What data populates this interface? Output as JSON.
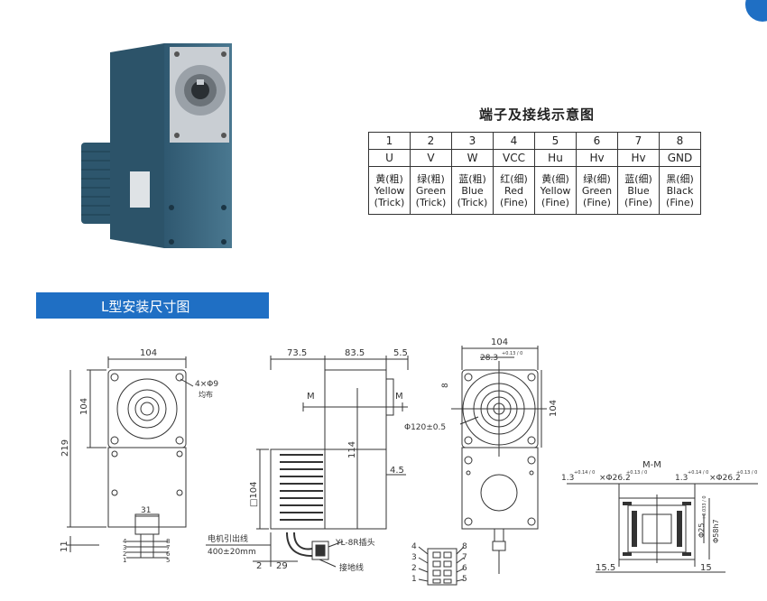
{
  "wiring": {
    "title": "端子及接线示意图",
    "numbers": [
      "1",
      "2",
      "3",
      "4",
      "5",
      "6",
      "7",
      "8"
    ],
    "signals": [
      "U",
      "V",
      "W",
      "VCC",
      "Hu",
      "Hv",
      "Hv",
      "GND"
    ],
    "colors": [
      {
        "cn": "黄(粗)",
        "en": "Yellow",
        "note": "(Trick)"
      },
      {
        "cn": "绿(粗)",
        "en": "Green",
        "note": "(Trick)"
      },
      {
        "cn": "蓝(粗)",
        "en": "Blue",
        "note": "(Trick)"
      },
      {
        "cn": "红(细)",
        "en": "Red",
        "note": "(Fine)"
      },
      {
        "cn": "黄(细)",
        "en": "Yellow",
        "note": "(Fine)"
      },
      {
        "cn": "绿(细)",
        "en": "Green",
        "note": "(Fine)"
      },
      {
        "cn": "蓝(细)",
        "en": "Blue",
        "note": "(Fine)"
      },
      {
        "cn": "黑(细)",
        "en": "Black",
        "note": "(Fine)"
      }
    ]
  },
  "section": {
    "title": "L型安装尺寸图"
  },
  "dims": {
    "front": {
      "width": "104",
      "height_top": "104",
      "height_total": "219",
      "holes": "4×Φ9",
      "holes_note": "均布",
      "shaft_off": "31",
      "bottom": "11"
    },
    "side": {
      "w1": "73.5",
      "w2": "83.5",
      "w3": "5.5",
      "section_mark": "M",
      "h": "114",
      "plate": "4.5",
      "square": "□104",
      "lead_label": "电机引出线",
      "lead_len": "400±20mm",
      "c1": "2",
      "c2": "29",
      "connector": "YL-8R插头",
      "ground": "接地线"
    },
    "right": {
      "width": "104",
      "key": "28.3",
      "key_tol": "+0.13 / 0",
      "key_w": "8",
      "pcd": "Φ120±0.5",
      "height": "104"
    },
    "mm": {
      "title": "M-M",
      "spec1": "1.3",
      "spec1_tol": "+0.14 / 0",
      "spec2": "×Φ26.2",
      "spec2_tol": "+0.13 / 0",
      "bore": "Φ25",
      "bore_tol": "+0.033 / 0",
      "outer": "Φ58h7",
      "l1": "15.5",
      "l2": "15"
    },
    "pins_left": [
      "4",
      "3",
      "2",
      "1"
    ],
    "pins_right": [
      "8",
      "7",
      "6",
      "5"
    ]
  },
  "colors": {
    "accent": "#1f6fc4",
    "motor": "#3a6478",
    "metal": "#c9ced3"
  }
}
